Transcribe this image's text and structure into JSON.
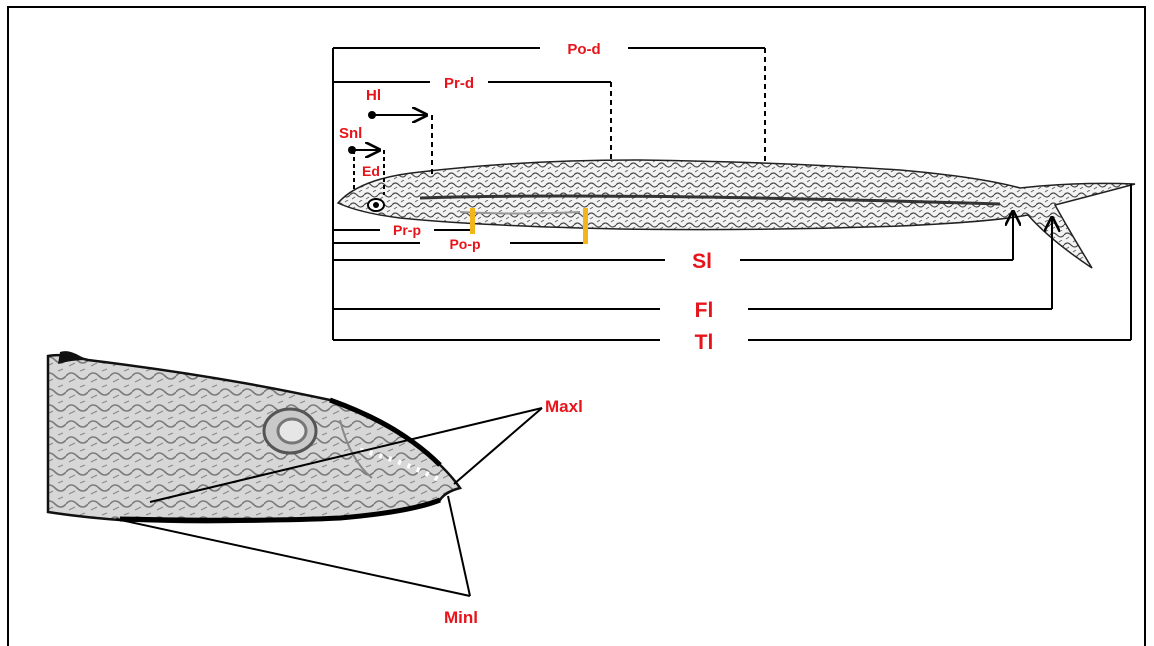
{
  "labels": {
    "po_d": "Po-d",
    "pr_d": "Pr-d",
    "hl": "Hl",
    "snl": "Snl",
    "ed": "Ed",
    "pr_p": "Pr-p",
    "po_p": "Po-p",
    "sl": "Sl",
    "fl": "Fl",
    "tl": "Tl",
    "maxl": "Maxl",
    "minl": "Minl"
  },
  "colors": {
    "label": "#e8141b",
    "fin_marker": "#f2b51c",
    "line": "#000000"
  }
}
